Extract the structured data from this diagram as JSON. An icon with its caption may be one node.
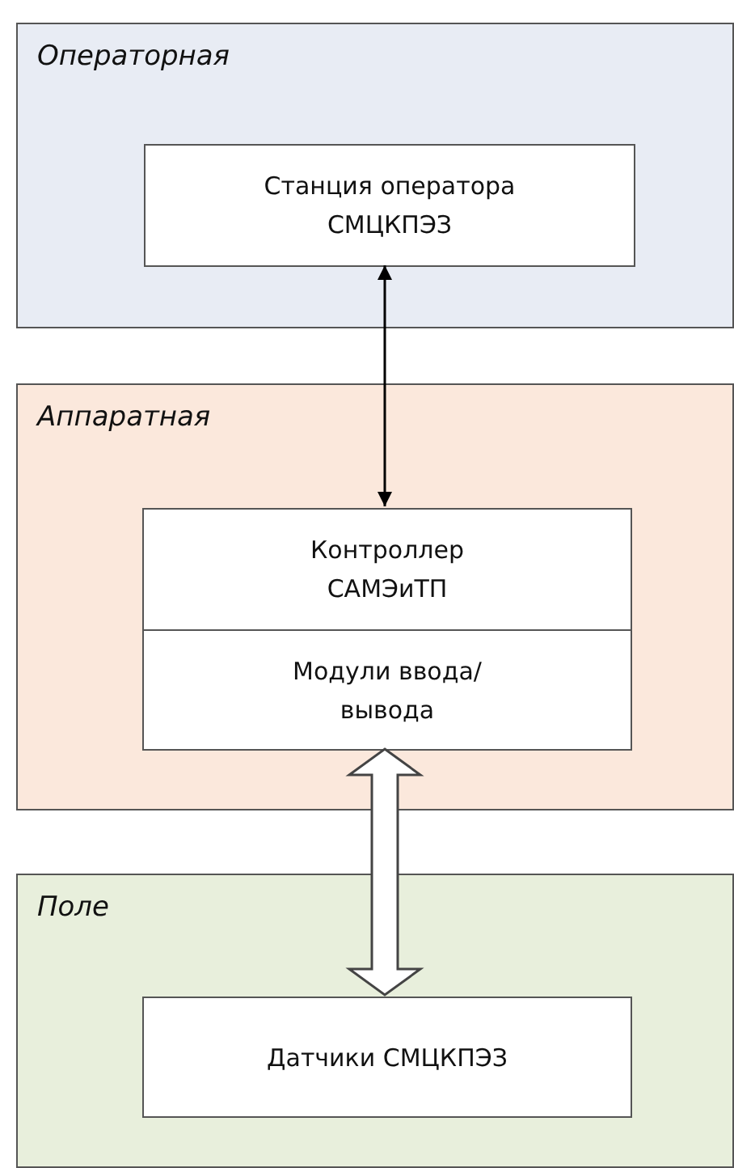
{
  "diagram": {
    "nodes": [
      {
        "text": [
          "Операторная"
        ]
      },
      {
        "text": [
          "Станция оператора СМЦКПЭЗ"
        ],
        "in": 0
      },
      {
        "text": [
          "Аппаратная"
        ]
      },
      {
        "text": [
          "Контроллер САМЭиТП"
        ],
        "in": 2
      },
      {
        "text": [
          "Модули ввода/вывода"
        ],
        "in": 2
      },
      {
        "text": [
          "Поле"
        ]
      },
      {
        "text": [
          "Датчики СМЦКПЭЗ"
        ],
        "in": 5
      }
    ],
    "edges": [
      {
        "from": 1,
        "to": 3,
        "arrow": "both"
      },
      {
        "from": 4,
        "to": 6,
        "arrow": "both",
        "style": "thick"
      }
    ]
  }
}
